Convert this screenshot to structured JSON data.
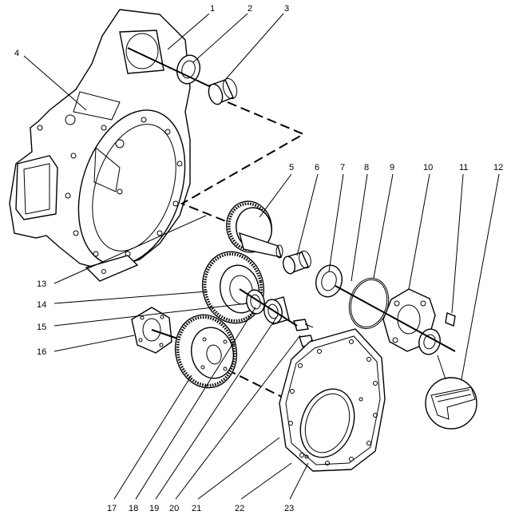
{
  "callouts": [
    {
      "n": "1"
    },
    {
      "n": "2"
    },
    {
      "n": "3"
    },
    {
      "n": "4"
    },
    {
      "n": "5"
    },
    {
      "n": "6"
    },
    {
      "n": "7"
    },
    {
      "n": "8"
    },
    {
      "n": "9"
    },
    {
      "n": "10"
    },
    {
      "n": "11"
    },
    {
      "n": "12"
    },
    {
      "n": "13"
    },
    {
      "n": "14"
    },
    {
      "n": "15"
    },
    {
      "n": "16"
    },
    {
      "n": "17"
    },
    {
      "n": "18"
    },
    {
      "n": "19"
    },
    {
      "n": "20"
    },
    {
      "n": "21"
    },
    {
      "n": "22"
    },
    {
      "n": "23"
    }
  ]
}
